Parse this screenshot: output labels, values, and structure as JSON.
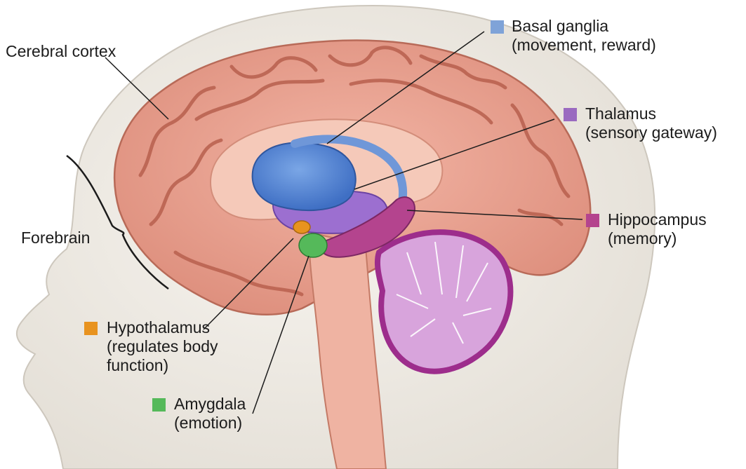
{
  "labels": {
    "cerebral_cortex": "Cerebral cortex",
    "forebrain": "Forebrain",
    "basal_ganglia": {
      "name": "Basal ganglia",
      "role": "(movement, reward)",
      "color": "#7fa3d8"
    },
    "thalamus": {
      "name": "Thalamus",
      "role": "(sensory gateway)",
      "color": "#9a6ac0"
    },
    "hippocampus": {
      "name": "Hippocampus",
      "role": "(memory)",
      "color": "#b4448e"
    },
    "hypothalamus": {
      "name": "Hypothalamus",
      "role_line1": "(regulates body",
      "role_line2": "function)",
      "color": "#e8931f"
    },
    "amygdala": {
      "name": "Amygdala",
      "role": "(emotion)",
      "color": "#55b95a"
    }
  },
  "colors": {
    "head": "#f1ede6",
    "cortex": "#e9a394",
    "cortex_sulci": "#b8604e",
    "inner": "#f3c4b4",
    "brainstem": "#eeb0a0",
    "cerebellum": "#d9a2d8",
    "cerebellum_edge": "#9d2d8c"
  }
}
